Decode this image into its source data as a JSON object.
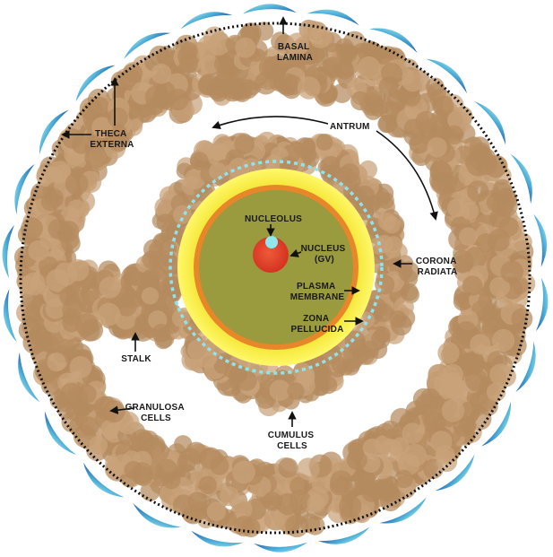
{
  "diagram": {
    "labels": {
      "basal_lamina": [
        "BASAL",
        "LAMINA"
      ],
      "theca_externa": [
        "THECA",
        "EXTERNA"
      ],
      "antrum": [
        "ANTRUM"
      ],
      "nucleolus": [
        "NUCLEOLUS"
      ],
      "nucleus": [
        "NUCLEUS",
        "(GV)"
      ],
      "corona_radiata": [
        "CORONA",
        "RADIATA"
      ],
      "plasma_membrane": [
        "PLASMA",
        "MEMBRANE"
      ],
      "zona_pellucida": [
        "ZONA",
        "PELLUCIDA"
      ],
      "stalk": [
        "STALK"
      ],
      "granulosa_cells": [
        "GRANULOSA",
        "CELLS"
      ],
      "cumulus_cells": [
        "CUMULUS",
        "CELLS"
      ]
    },
    "colors": {
      "granulosa": "#b48a5e",
      "granulosa_light": "#c9a27a",
      "theca_light": "#7fd0e0",
      "theca_dark": "#2a6fb5",
      "zona_pellucida": "#f7ef3a",
      "plasma_membrane": "#e8862a",
      "cytoplasm": "#9a9a3e",
      "nucleus": "#e0402a",
      "nucleolus": "#8ee8ee",
      "corona_dots": "#8ee4ee"
    }
  }
}
